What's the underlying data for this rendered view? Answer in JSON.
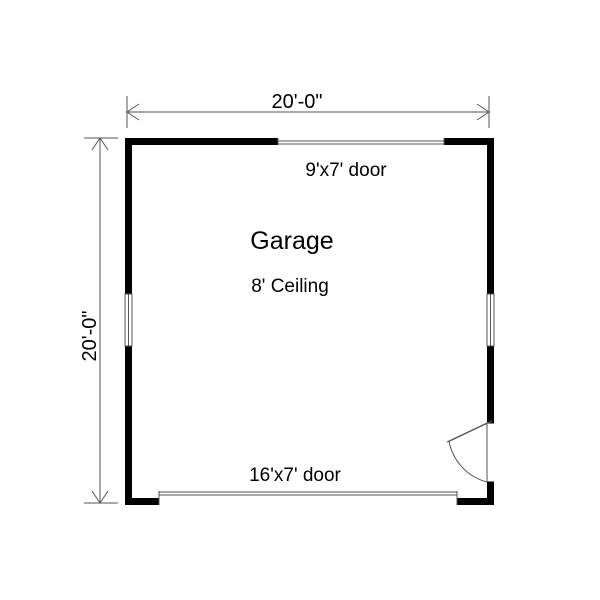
{
  "dimensions": {
    "width": "20'-0\"",
    "depth": "20'-0\""
  },
  "room": {
    "name": "Garage",
    "ceiling": "8' Ceiling"
  },
  "openings": {
    "rear_door": "9'x7' door",
    "front_door": "16'x7' door"
  },
  "colors": {
    "wall": "#000000",
    "background": "#ffffff",
    "thin_line": "#555555"
  }
}
